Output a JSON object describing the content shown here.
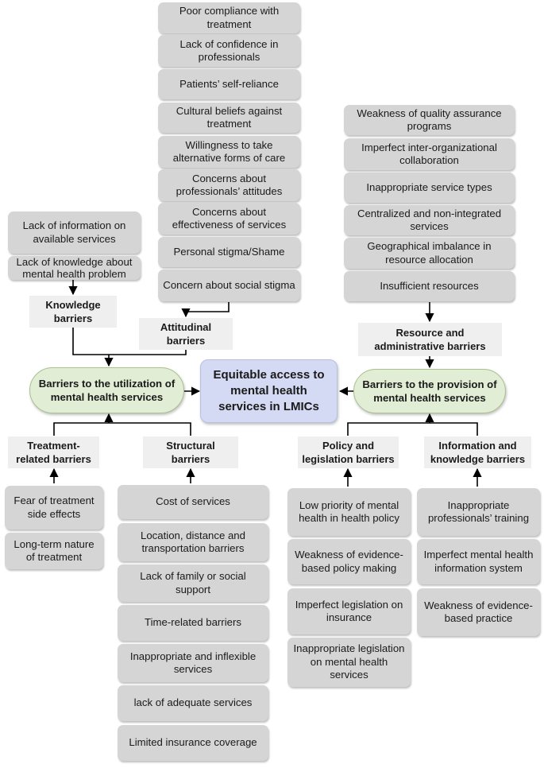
{
  "center": {
    "title": "Equitable access to mental health services in LMICs"
  },
  "left_oval": "Barriers to the utilization of mental health services",
  "right_oval": "Barriers to the provision of mental health services",
  "categories": {
    "knowledge": "Knowledge barriers",
    "attitudinal": "Attitudinal barriers",
    "resource": "Resource and administrative barriers",
    "treatment": "Treatment-related barriers",
    "structural": "Structural barriers",
    "policy": "Policy and legislation barriers",
    "information": "Information and knowledge barriers"
  },
  "knowledge_items": [
    "Lack of information on available services",
    "Lack of knowledge about mental health problem"
  ],
  "attitudinal_items": [
    "Poor compliance with treatment",
    "Lack of confidence in professionals",
    "Patients’ self-reliance",
    "Cultural beliefs against treatment",
    "Willingness to take alternative forms of care",
    "Concerns about professionals’ attitudes",
    "Concerns about effectiveness of services",
    "Personal stigma/Shame",
    "Concern about social stigma"
  ],
  "resource_items": [
    "Weakness of quality assurance programs",
    "Imperfect inter-organizational collaboration",
    "Inappropriate service types",
    "Centralized and non-integrated services",
    "Geographical imbalance in resource allocation",
    "Insufficient resources"
  ],
  "treatment_items": [
    "Fear of treatment side effects",
    "Long-term nature of treatment"
  ],
  "structural_items": [
    "Cost of services",
    "Location, distance and transportation barriers",
    "Lack of family or social support",
    "Time-related barriers",
    "Inappropriate and inflexible services",
    "lack of adequate services",
    "Limited insurance coverage"
  ],
  "policy_items": [
    "Low priority of mental health in health policy",
    "Weakness of evidence-based policy making",
    "Imperfect legislation on insurance",
    "Inappropriate legislation on mental health services"
  ],
  "information_items": [
    "Inappropriate professionals’ training",
    "Imperfect mental health information system",
    "Weakness of evidence-based practice"
  ]
}
